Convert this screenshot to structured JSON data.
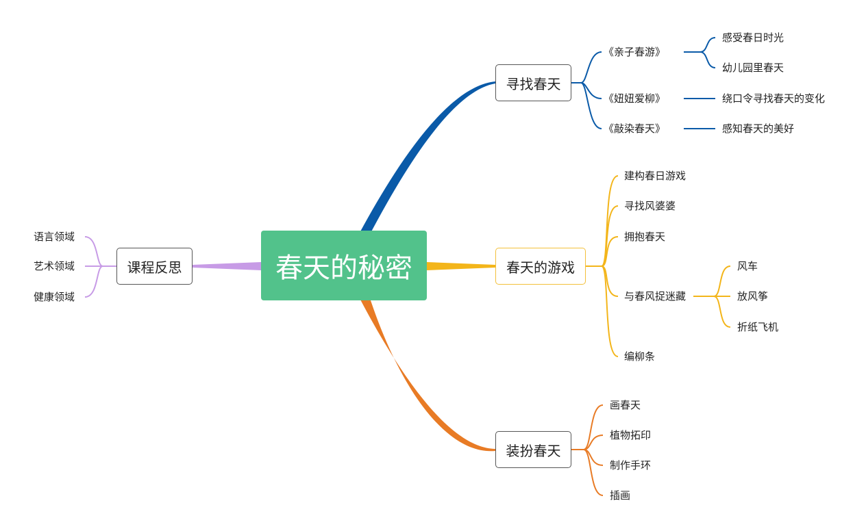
{
  "center": {
    "title": "春天的秘密"
  },
  "colors": {
    "center_fill": "#52c28b",
    "branch_find": "#0a5aa8",
    "branch_games": "#f3b51a",
    "branch_dress": "#e87b25",
    "branch_reflect": "#c79be6"
  },
  "branches": {
    "find_spring": {
      "title": "寻找春天",
      "items": [
        "《亲子春游》",
        "《妞妞爱柳》",
        "《敲染春天》"
      ],
      "subitems": [
        "感受春日时光",
        "幼儿园里春天",
        "绕口令寻找春天的变化",
        "感知春天的美好"
      ]
    },
    "spring_games": {
      "title": "春天的游戏",
      "items": [
        "建构春日游戏",
        "寻找风婆婆",
        "拥抱春天",
        "与春风捉迷藏",
        "编柳条"
      ],
      "subitems": [
        "风车",
        "放风筝",
        "折纸飞机"
      ]
    },
    "dress_spring": {
      "title": "装扮春天",
      "items": [
        "画春天",
        "植物拓印",
        "制作手环",
        "插画"
      ]
    },
    "reflection": {
      "title": "课程反思",
      "items": [
        "语言领域",
        "艺术领域",
        "健康领域"
      ]
    }
  }
}
